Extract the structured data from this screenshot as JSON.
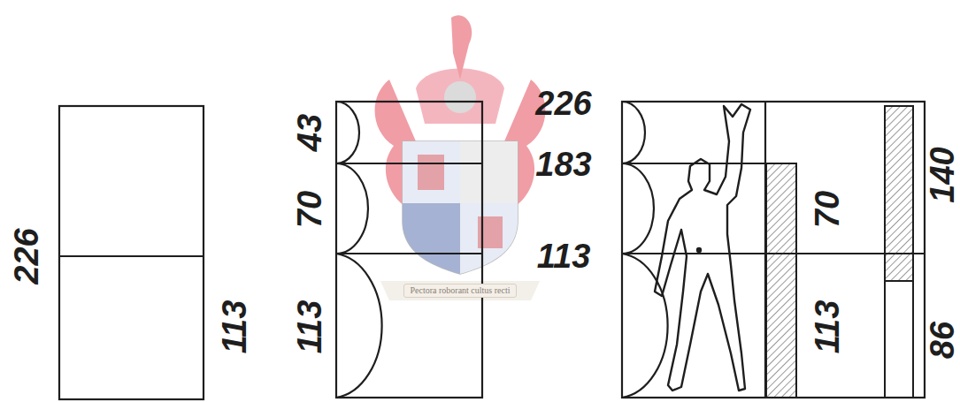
{
  "diagram": {
    "labels": [
      "226",
      "113",
      "43",
      "70",
      "113",
      "226",
      "183",
      "113",
      "70",
      "113",
      "140",
      "86",
      "Pectora roborant cultus recti"
    ]
  }
}
